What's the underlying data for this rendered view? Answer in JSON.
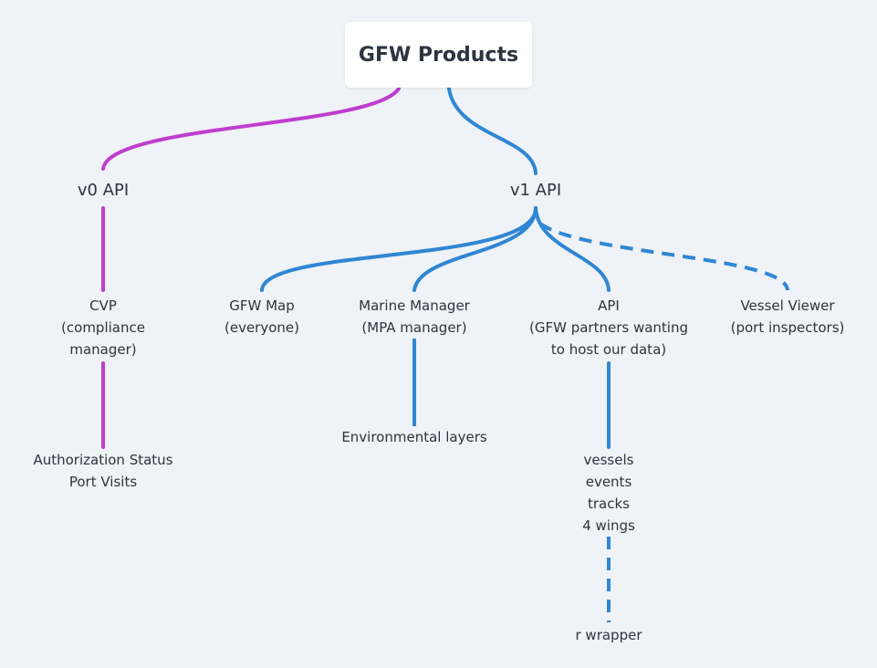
{
  "root": {
    "title": "GFW Products"
  },
  "v0": {
    "label": "v0 API",
    "cvp": {
      "lines": [
        "CVP",
        "(compliance",
        "manager)"
      ]
    },
    "authorization": {
      "lines": [
        "Authorization Status",
        "Port Visits"
      ]
    }
  },
  "v1": {
    "label": "v1 API",
    "gfw_map": {
      "lines": [
        "GFW Map",
        "(everyone)"
      ]
    },
    "marine_manager": {
      "lines": [
        "Marine Manager",
        "(MPA manager)"
      ]
    },
    "environmental": {
      "lines": [
        "Environmental layers"
      ]
    },
    "api": {
      "lines": [
        "API",
        "(GFW partners wanting",
        "to host our data)"
      ]
    },
    "api_data": {
      "lines": [
        "vessels",
        "events",
        "tracks",
        "4 wings"
      ]
    },
    "r_wrapper": {
      "lines": [
        "r wrapper"
      ]
    },
    "vessel_viewer": {
      "lines": [
        "Vessel Viewer",
        "(port inspectors)"
      ]
    }
  },
  "colors": {
    "v0_branch": "#bf3dcf",
    "v1_branch": "#2f86d4",
    "background": "#eff2f6",
    "text": "#2c3440"
  }
}
